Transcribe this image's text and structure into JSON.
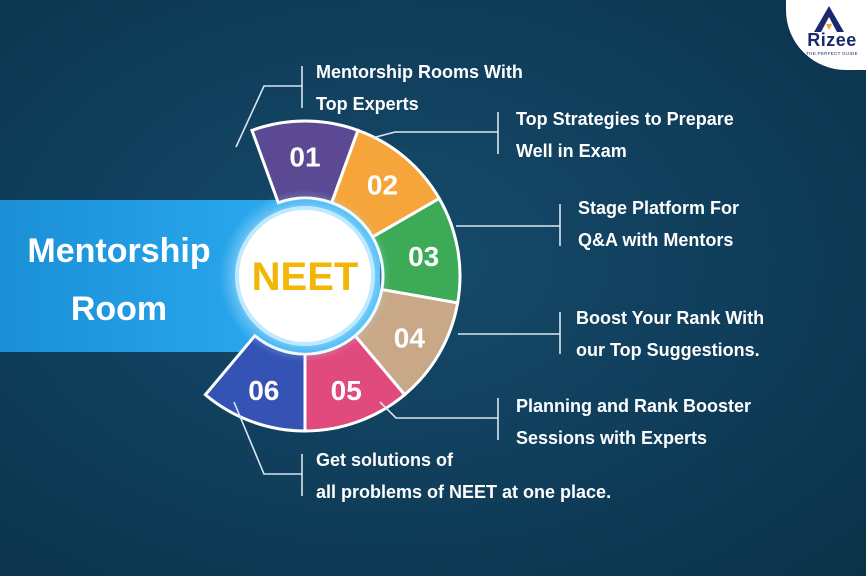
{
  "logo": {
    "name": "Rizee",
    "tagline": "THE PERFECT GUIDE"
  },
  "banner": {
    "title": "Mentorship\nRoom"
  },
  "center": {
    "label": "NEET"
  },
  "segments": [
    {
      "number": "01",
      "color": "#5b4a93",
      "text": "Mentorship Rooms With\nTop Experts"
    },
    {
      "number": "02",
      "color": "#f5a53a",
      "text": "Top Strategies to Prepare\nWell in Exam"
    },
    {
      "number": "03",
      "color": "#3caa57",
      "text": "Stage Platform For\nQ&A with Mentors"
    },
    {
      "number": "04",
      "color": "#c9a888",
      "text": "Boost Your Rank With\nour Top Suggestions."
    },
    {
      "number": "05",
      "color": "#e14a7c",
      "text": "Planning and  Rank Booster\nSessions with Experts"
    },
    {
      "number": "06",
      "color": "#3553b5",
      "text": "Get solutions of\nall problems of NEET at one place."
    }
  ],
  "colors": {
    "background": "#0f3d5a",
    "banner": "#2aa7ee",
    "center_text": "#f2b705"
  }
}
